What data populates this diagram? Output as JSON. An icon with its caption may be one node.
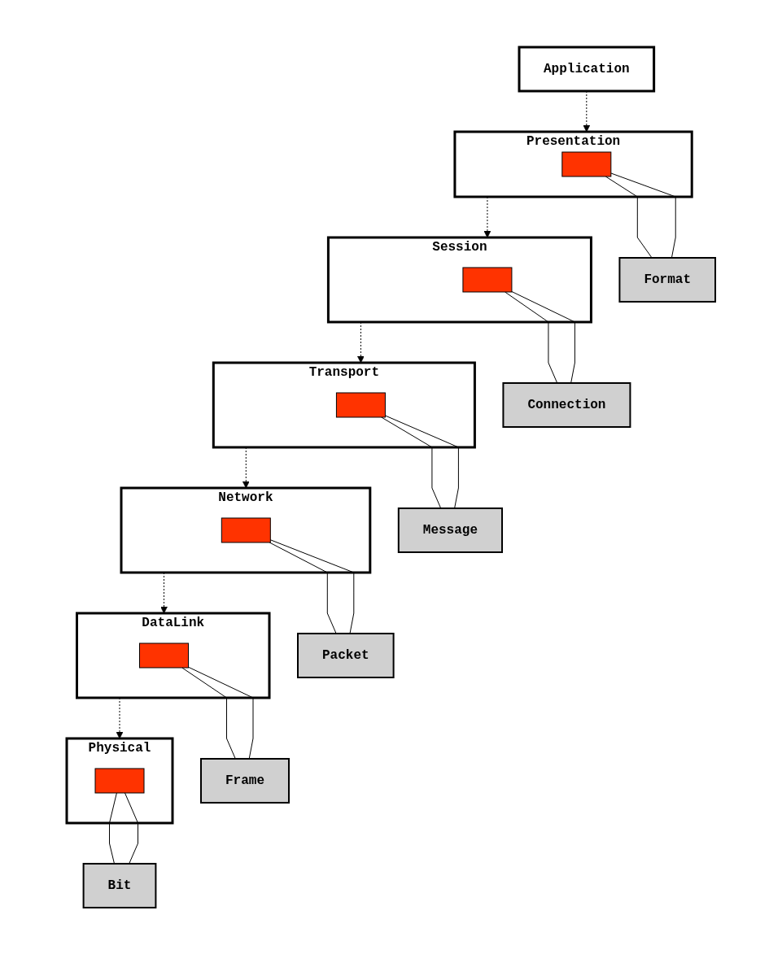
{
  "diagram": {
    "nodes": [
      {
        "text": [
          "Application"
        ]
      },
      {
        "text": [
          "Presentation"
        ]
      },
      {
        "text": [],
        "shape": "box",
        "in": 1
      },
      {
        "text": [
          "Format"
        ]
      },
      {
        "text": [
          "Session"
        ]
      },
      {
        "text": [],
        "shape": "box",
        "in": 4
      },
      {
        "text": [
          "Connection"
        ]
      },
      {
        "text": [
          "Transport"
        ]
      },
      {
        "text": [],
        "shape": "box",
        "in": 7
      },
      {
        "text": [
          "Message"
        ]
      },
      {
        "text": [
          "Network"
        ]
      },
      {
        "text": [],
        "shape": "box",
        "in": 10
      },
      {
        "text": [
          "Packet"
        ]
      },
      {
        "text": [
          "DataLink"
        ]
      },
      {
        "text": [],
        "shape": "box",
        "in": 13
      },
      {
        "text": [
          "Frame"
        ]
      },
      {
        "text": [
          "Physical"
        ]
      },
      {
        "text": [],
        "shape": "box",
        "in": 16
      },
      {
        "text": [
          "Bit"
        ]
      }
    ],
    "edges": [
      {
        "from": 0,
        "to": 1,
        "arrow": "to",
        "style": "dashed"
      },
      {
        "from": 1,
        "to": 4,
        "arrow": "to",
        "style": "dashed"
      },
      {
        "from": 4,
        "to": 7,
        "arrow": "to",
        "style": "dashed"
      },
      {
        "from": 7,
        "to": 10,
        "arrow": "to",
        "style": "dashed"
      },
      {
        "from": 10,
        "to": 13,
        "arrow": "to",
        "style": "dashed"
      },
      {
        "from": 13,
        "to": 16,
        "arrow": "to",
        "style": "dashed"
      },
      {
        "from": 2,
        "to": 3,
        "arrow": "none"
      },
      {
        "from": 2,
        "to": 3,
        "arrow": "none"
      },
      {
        "from": 5,
        "to": 6,
        "arrow": "none"
      },
      {
        "from": 5,
        "to": 6,
        "arrow": "none"
      },
      {
        "from": 8,
        "to": 9,
        "arrow": "none"
      },
      {
        "from": 8,
        "to": 9,
        "arrow": "none"
      },
      {
        "from": 11,
        "to": 12,
        "arrow": "none"
      },
      {
        "from": 11,
        "to": 12,
        "arrow": "none"
      },
      {
        "from": 14,
        "to": 15,
        "arrow": "none"
      },
      {
        "from": 14,
        "to": 15,
        "arrow": "none"
      },
      {
        "from": 17,
        "to": 18,
        "arrow": "none"
      },
      {
        "from": 17,
        "to": 18,
        "arrow": "none"
      }
    ]
  }
}
